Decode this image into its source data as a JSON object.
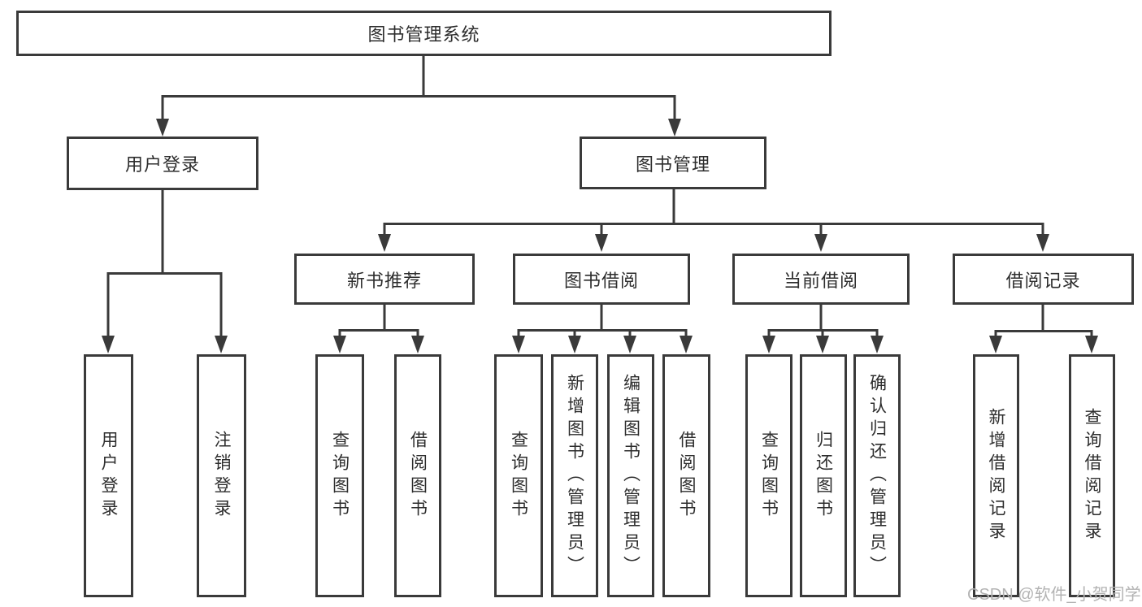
{
  "tree": {
    "root": {
      "label": "图书管理系统"
    },
    "level2": [
      {
        "label": "用户登录",
        "children": [
          {
            "label": "用户登录"
          },
          {
            "label": "注销登录"
          }
        ]
      },
      {
        "label": "图书管理",
        "children": [
          {
            "label": "新书推荐",
            "children": [
              {
                "label": "查询图书"
              },
              {
                "label": "借阅图书"
              }
            ]
          },
          {
            "label": "图书借阅",
            "children": [
              {
                "label": "查询图书"
              },
              {
                "label": "新增图书（管理员）"
              },
              {
                "label": "编辑图书（管理员）"
              },
              {
                "label": "借阅图书"
              }
            ]
          },
          {
            "label": "当前借阅",
            "children": [
              {
                "label": "查询图书"
              },
              {
                "label": "归还图书"
              },
              {
                "label": "确认归还（管理员）"
              }
            ]
          },
          {
            "label": "借阅记录",
            "children": [
              {
                "label": "新增借阅记录"
              },
              {
                "label": "查询借阅记录"
              }
            ]
          }
        ]
      }
    ]
  },
  "colors": {
    "line": "#3a3a3a",
    "text": "#2d2d2d",
    "watermark": "#b3b3b3",
    "background": "#ffffff"
  },
  "watermark": {
    "text": "CSDN @软件_小贺同学"
  }
}
